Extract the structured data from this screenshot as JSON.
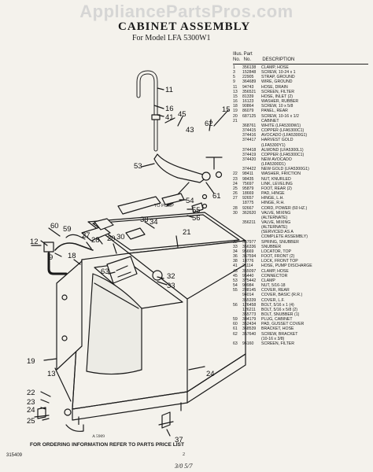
{
  "watermark": "AppliancePartsPros.com",
  "title": "CABINET ASSEMBLY",
  "subtitle": "For Model LFA 5300W1",
  "headers": {
    "illus_top": "Illus.",
    "part_top": "Part",
    "illus_bottom": "No.",
    "part_bottom": "No.",
    "description": "DESCRIPTION"
  },
  "parts": [
    {
      "no": "1",
      "part": "356138",
      "desc": "CLAMP, HOSE"
    },
    {
      "no": "3",
      "part": "152848",
      "desc": "SCREW, 10-24 x 1"
    },
    {
      "no": "5",
      "part": "22905",
      "desc": "STRAP, GROUND"
    },
    {
      "no": "9",
      "part": "364689",
      "desc": "WIRE, GROUND"
    },
    {
      "no": "11",
      "part": "94743",
      "desc": "HOSE, DRAIN"
    },
    {
      "no": "13",
      "part": "356521",
      "desc": "SCREEN, FILTER"
    },
    {
      "no": "15",
      "part": "81339",
      "desc": "HOSE, INLET (2)"
    },
    {
      "no": "16",
      "part": "16123",
      "desc": "WASHER, RUBBER"
    },
    {
      "no": "18",
      "part": "90864",
      "desc": "SCREW, 10 x 5/8"
    },
    {
      "no": "19",
      "part": "86079",
      "desc": "PANEL, REAR"
    },
    {
      "no": "20",
      "part": "687125",
      "desc": "SCREW, 10-16 x 1/2"
    },
    {
      "no": "21",
      "part": "",
      "desc": "CABINET"
    },
    {
      "no": "",
      "part": "368761",
      "desc": "WHITE (LFA5300W1)"
    },
    {
      "no": "",
      "part": "374415",
      "desc": "COPPER (LFA5300C1)"
    },
    {
      "no": "",
      "part": "374416",
      "desc": "AVOCADO (LFA5300G1)"
    },
    {
      "no": "",
      "part": "374417",
      "desc": "HARVEST GOLD"
    },
    {
      "no": "",
      "part": "",
      "desc": "(LFA5300Y1)"
    },
    {
      "no": "",
      "part": "374418",
      "desc": "ALMOND (LFA5300L1)"
    },
    {
      "no": "",
      "part": "374419",
      "desc": "COPPER (LFA5300C1)"
    },
    {
      "no": "",
      "part": "374420",
      "desc": "NEW AVOCADO"
    },
    {
      "no": "",
      "part": "",
      "desc": "(LFA5300D1)"
    },
    {
      "no": "",
      "part": "374422",
      "desc": "NEW GOLD (LFA5300G1)"
    },
    {
      "no": "22",
      "part": "98411",
      "desc": "WASHER, FRICTION"
    },
    {
      "no": "23",
      "part": "98435",
      "desc": "NUT, KNURLED"
    },
    {
      "no": "24",
      "part": "75697",
      "desc": "LINK, LEVELING"
    },
    {
      "no": "25",
      "part": "95879",
      "desc": "FOOT, REAR (2)"
    },
    {
      "no": "26",
      "part": "18669",
      "desc": "PAD, HINGE"
    },
    {
      "no": "27",
      "part": "92657",
      "desc": "HINGE, L.H."
    },
    {
      "no": "",
      "part": "18775",
      "desc": "HINGE, R.H."
    },
    {
      "no": "28",
      "part": "92667",
      "desc": "CORD, POWER (60 HZ.)"
    },
    {
      "no": "30",
      "part": "362620",
      "desc": "VALVE, MIXING"
    },
    {
      "no": "",
      "part": "",
      "desc": "(ALTERNATE)"
    },
    {
      "no": "",
      "part": "356211",
      "desc": "VALVE, MIXING"
    },
    {
      "no": "",
      "part": "",
      "desc": "(ALTERNATE)"
    },
    {
      "no": "",
      "part": "",
      "desc": "(SERVICED AS A"
    },
    {
      "no": "",
      "part": "",
      "desc": "COMPLETE ASSEMBLY)"
    },
    {
      "no": "32",
      "part": "357977",
      "desc": "SPRING, SNUBBER"
    },
    {
      "no": "33",
      "part": "356336",
      "desc": "SNUBBER"
    },
    {
      "no": "34",
      "part": "95669",
      "desc": "LOCATOR, TOP"
    },
    {
      "no": "36",
      "part": "367594",
      "desc": "FOOT, FRONT (2)"
    },
    {
      "no": "38",
      "part": "18776",
      "desc": "LOCK, FRONT TOP"
    },
    {
      "no": "41",
      "part": "21114",
      "desc": "HOSE, PUMP DISCHARGE"
    },
    {
      "no": "43",
      "part": "355097",
      "desc": "CLAMP, HOSE"
    },
    {
      "no": "45",
      "part": "95440",
      "desc": "CONNECTOR"
    },
    {
      "no": "53",
      "part": "375442",
      "desc": "CLAMP"
    },
    {
      "no": "54",
      "part": "90984",
      "desc": "NUT, 5/16-18"
    },
    {
      "no": "55",
      "part": "288145",
      "desc": "COVER, REAR"
    },
    {
      "no": "",
      "part": "94014",
      "desc": "COVER, BASIC (R.R.)"
    },
    {
      "no": "",
      "part": "355339",
      "desc": "COVER, L.F."
    },
    {
      "no": "56",
      "part": "126458",
      "desc": "BOLT, 5/16 x 1 (4)"
    },
    {
      "no": "",
      "part": "126211",
      "desc": "BOLT, 5/16 x 5/8 (2)"
    },
    {
      "no": "",
      "part": "355773",
      "desc": "BOLT, SNUBBER (1)"
    },
    {
      "no": "59",
      "part": "384179",
      "desc": "PLUG, CABINET"
    },
    {
      "no": "60",
      "part": "352434",
      "desc": "PAD, GUSSET COVER"
    },
    {
      "no": "61",
      "part": "368539",
      "desc": "BRACKET, HOSE"
    },
    {
      "no": "62",
      "part": "357640",
      "desc": "SCREW, BRACKET"
    },
    {
      "no": "",
      "part": "",
      "desc": "(10-16 x 3/8)"
    },
    {
      "no": "63",
      "part": "96160",
      "desc": "SCREEN, FILTER"
    }
  ],
  "callouts": [
    "11",
    "16",
    "41",
    "45",
    "43",
    "53",
    "62",
    "15",
    "61",
    "54",
    "55",
    "56",
    "59",
    "60",
    "12",
    "9",
    "28",
    "27",
    "21",
    "38",
    "34",
    "18",
    "63",
    "32",
    "33",
    "20",
    "19",
    "22",
    "23",
    "24",
    "25",
    "37",
    "24",
    "13",
    "30"
  ],
  "to_pump": "TO PUMP",
  "figure_ref": "A 5909",
  "footer": "FOR ORDERING INFORMATION REFER TO PARTS PRICE LIST",
  "doc_number": "315409",
  "page_number": "2",
  "handwriting": "3/0 5/7"
}
